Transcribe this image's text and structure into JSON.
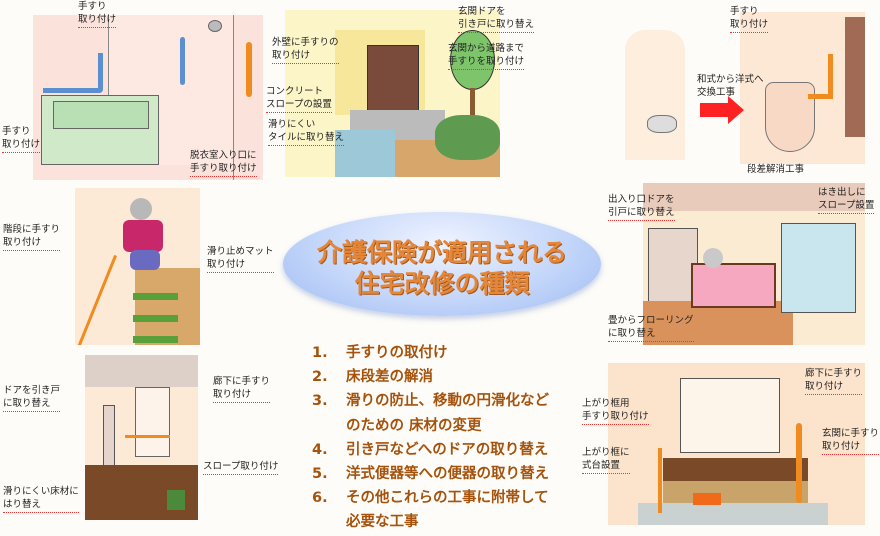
{
  "title": {
    "line1": "介護保険が適用される",
    "line2": "住宅改修の種類"
  },
  "list": [
    {
      "num": "1.",
      "text": "手すりの取付け"
    },
    {
      "num": "2.",
      "text": "床段差の解消"
    },
    {
      "num": "3.",
      "text": "滑りの防止、移動の円滑化など"
    },
    {
      "num": "",
      "text": "のための 床材の変更"
    },
    {
      "num": "4.",
      "text": "引き戸などへのドアの取り替え"
    },
    {
      "num": "5.",
      "text": "洋式便器等への便器の取り替え"
    },
    {
      "num": "6.",
      "text": "その他これらの工事に附帯して"
    },
    {
      "num": "",
      "text": "必要な工事"
    }
  ],
  "bathroom": {
    "label_top": "手すり\n取り付け",
    "label_left": "手すり\n取り付け",
    "label_door": "脱衣室入り口に\n手すり取り付け"
  },
  "entrance": {
    "label_door": "玄関ドアを\n引き戸に取り替え",
    "label_wall": "外壁に手すりの\n取り付け",
    "label_road": "玄関から道路まで\n手すりを取り付け",
    "label_slope": "コンクリート\nスロープの設置",
    "label_tile": "滑りにくい\nタイルに取り替え"
  },
  "toilet": {
    "label_rail": "手すり\n取り付け",
    "label_exchange": "和式から洋式へ\n交換工事",
    "label_step": "段差解消工事"
  },
  "bedroom": {
    "label_door": "出入り口ドアを\n引戸に取り替え",
    "label_slope": "はき出しに\nスロープ設置",
    "label_floor": "畳からフローリング\nに取り替え"
  },
  "stairs": {
    "label_rail": "階段に手すり\n取り付け",
    "label_mat": "滑り止めマット\n取り付け"
  },
  "corridor": {
    "label_door": "ドアを引き戸\nに取り替え",
    "label_rail": "廊下に手すり\n取り付け",
    "label_slope": "スロープ取り付け",
    "label_floor": "滑りにくい床材に\nはり替え"
  },
  "genkan": {
    "label_rail_step": "上がり框用\n手すり取り付け",
    "label_stool": "上がり框に\n式台設置",
    "label_corridor": "廊下に手すり\n取り付け",
    "label_entrance": "玄関に手すり\n取り付け"
  },
  "colors": {
    "title": "#e5873a",
    "list": "#a5520c",
    "leader": "#ee3333"
  }
}
